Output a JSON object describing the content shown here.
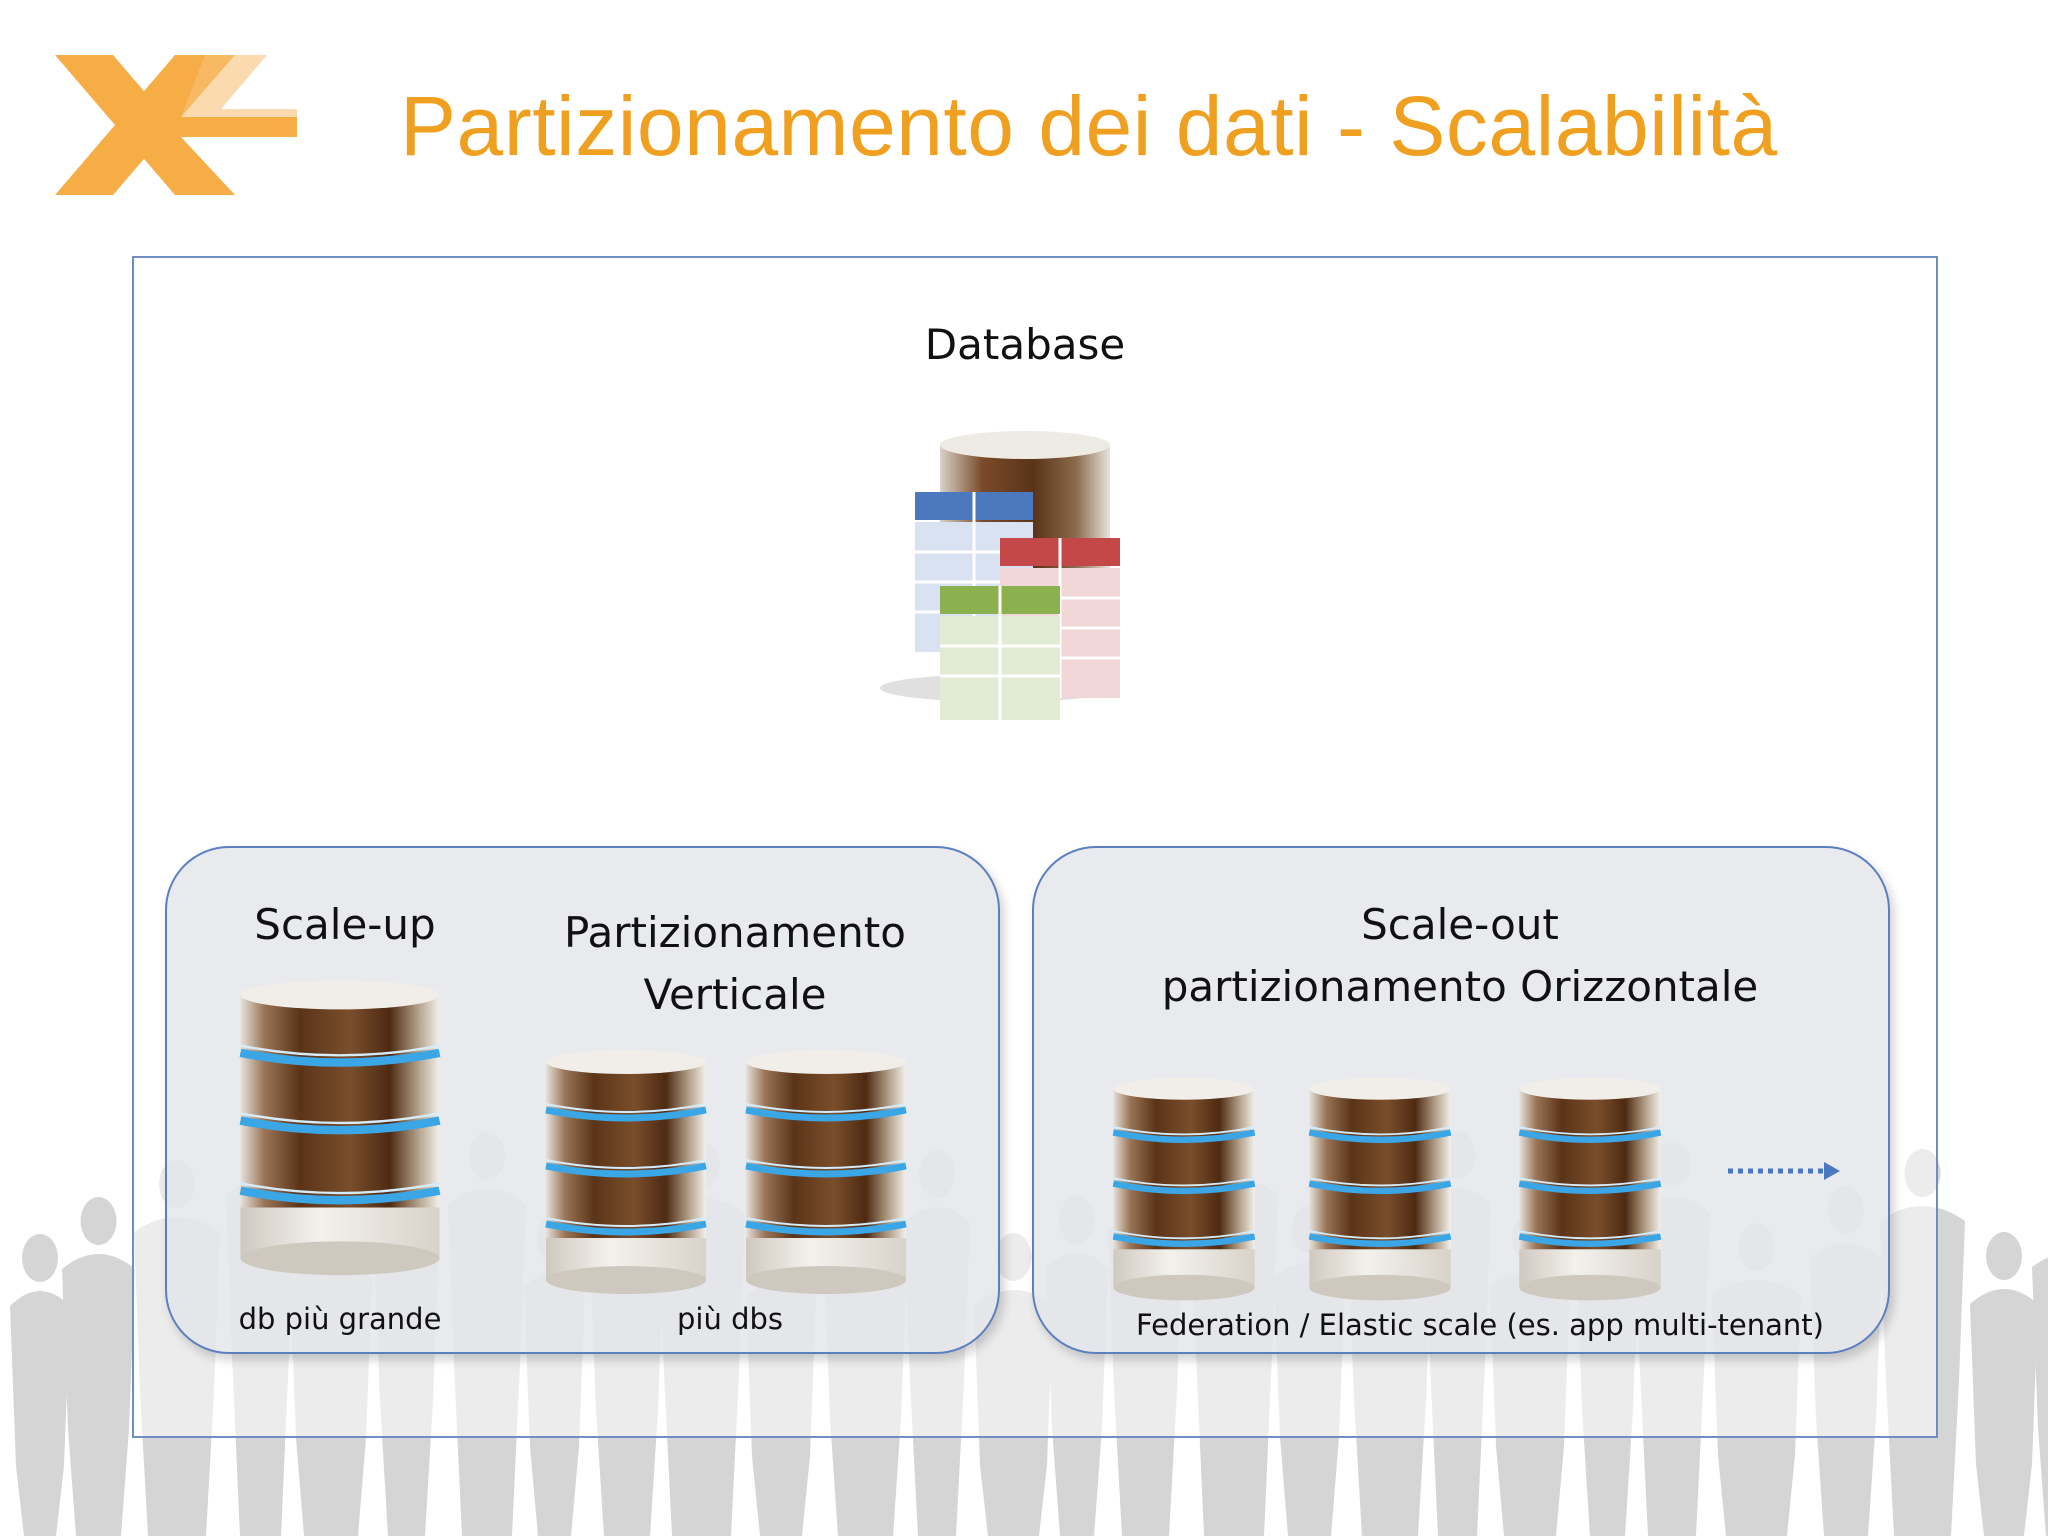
{
  "slide": {
    "title": "Partizionamento dei dati - Scalabilità",
    "accent_color": "#f0a020",
    "frame_color": "#6f8fc2"
  },
  "diagram": {
    "top_label": "Database",
    "panels": [
      {
        "sections": [
          {
            "heading": "Scale-up",
            "caption": "db più grande",
            "databases": 1
          },
          {
            "heading_lines": [
              "Partizionamento",
              "Verticale"
            ],
            "caption": "più dbs",
            "databases": 2
          }
        ]
      },
      {
        "heading_lines": [
          "Scale-out",
          "partizionamento Orizzontale"
        ],
        "caption": "Federation / Elastic scale (es. app multi-tenant)",
        "databases": 3,
        "continuation_arrow": true
      }
    ]
  },
  "icons": {
    "logo": "orange-x-logo-icon",
    "database": "database-cylinder-icon",
    "tables": "data-tables-icon",
    "arrow": "dotted-arrow-right-icon",
    "background": "people-silhouettes"
  }
}
